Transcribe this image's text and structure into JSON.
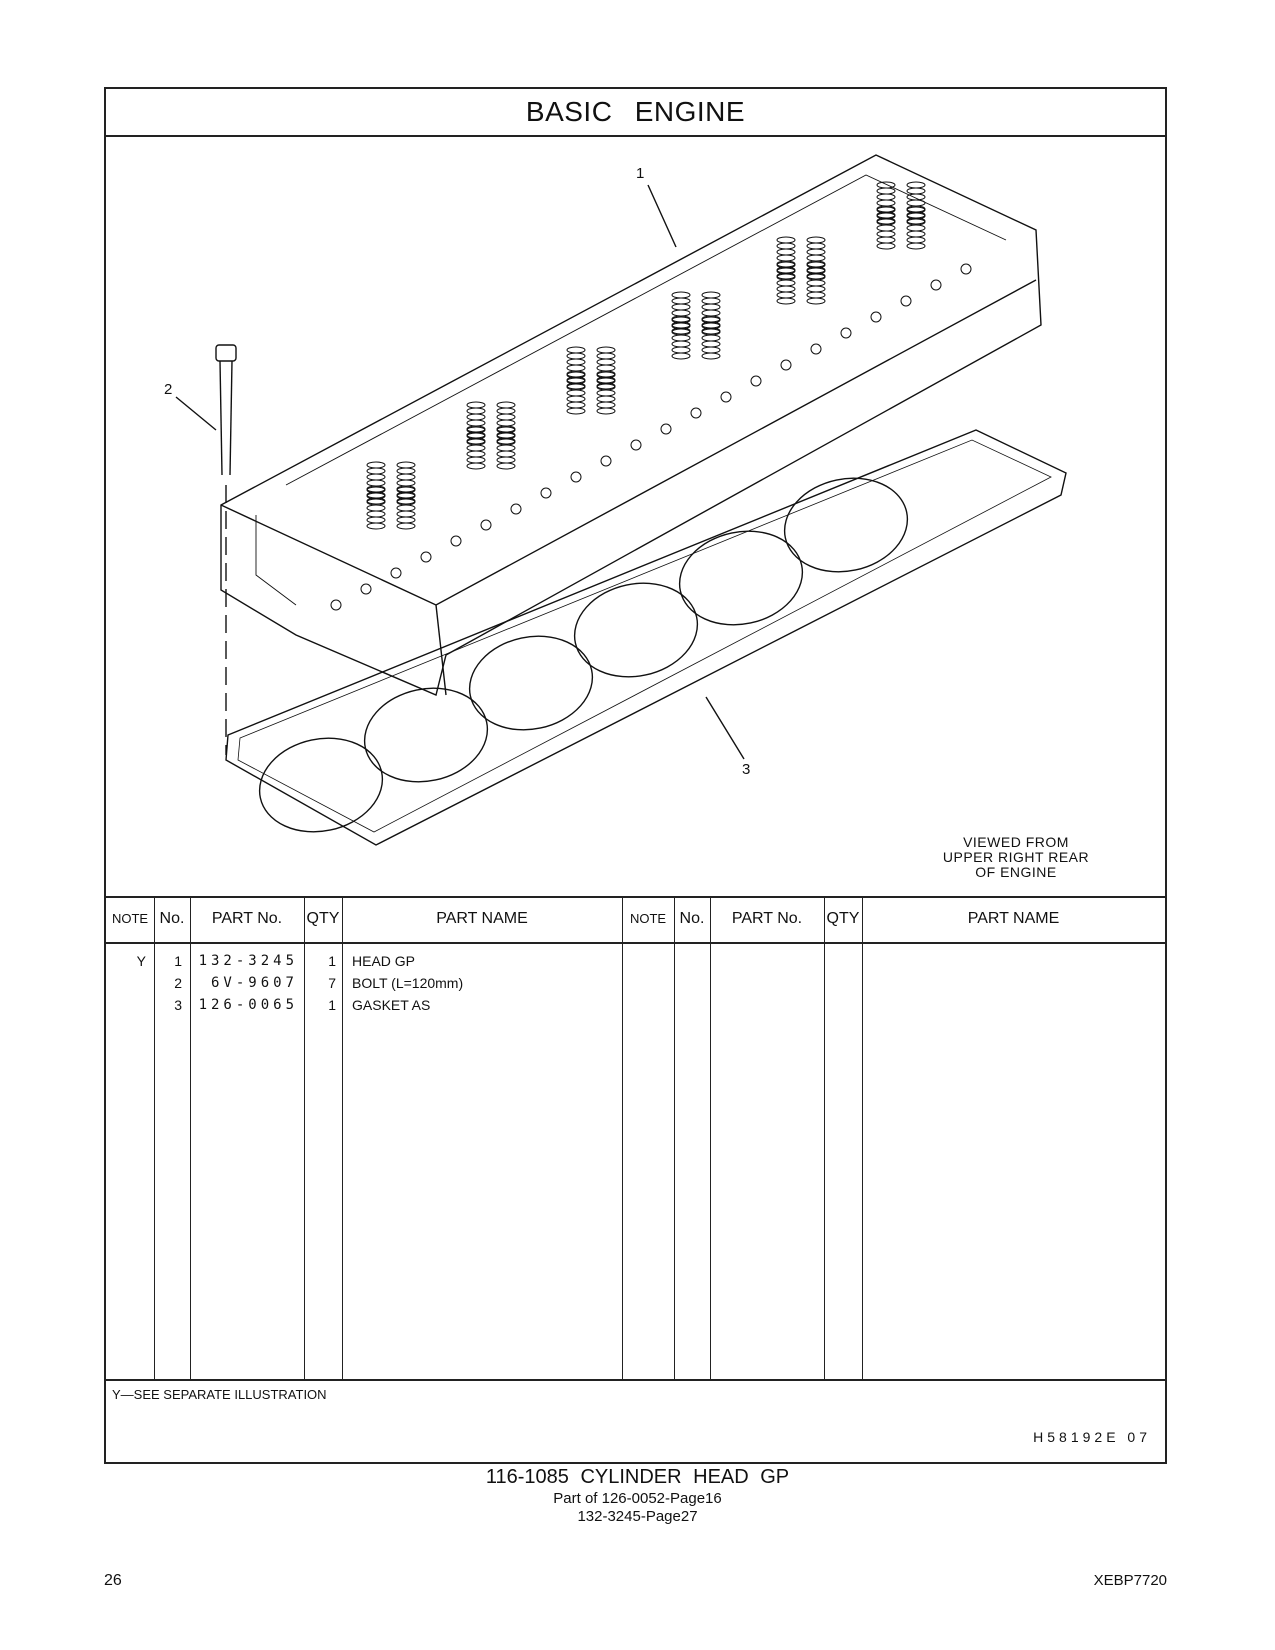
{
  "page": {
    "title": "BASIC   ENGINE",
    "callouts": [
      "1",
      "2",
      "3"
    ],
    "view_note": [
      "VIEWED  FROM",
      "UPPER  RIGHT  REAR",
      "OF  ENGINE"
    ]
  },
  "table": {
    "headers": [
      "NOTE",
      "No.",
      "PART No.",
      "QTY",
      "PART NAME",
      "NOTE",
      "No.",
      "PART No.",
      "QTY",
      "PART NAME"
    ],
    "rows": [
      {
        "note": "Y",
        "no": "1",
        "part_no": "132-3245",
        "qty": "1",
        "name": "HEAD  GP"
      },
      {
        "note": "",
        "no": "2",
        "part_no": "6V-9607",
        "qty": "7",
        "name": "BOLT (L=120mm)"
      },
      {
        "note": "",
        "no": "3",
        "part_no": "126-0065",
        "qty": "1",
        "name": "GASKET  AS"
      }
    ]
  },
  "footnote": "Y—SEE  SEPARATE  ILLUSTRATION",
  "illustration_code": "H58192E   07",
  "caption": {
    "main": "116-1085   CYLINDER  HEAD  GP",
    "line2": "Part of 126-0052-Page16",
    "line3": "132-3245-Page27"
  },
  "page_number": "26",
  "document_id": "XEBP7720"
}
